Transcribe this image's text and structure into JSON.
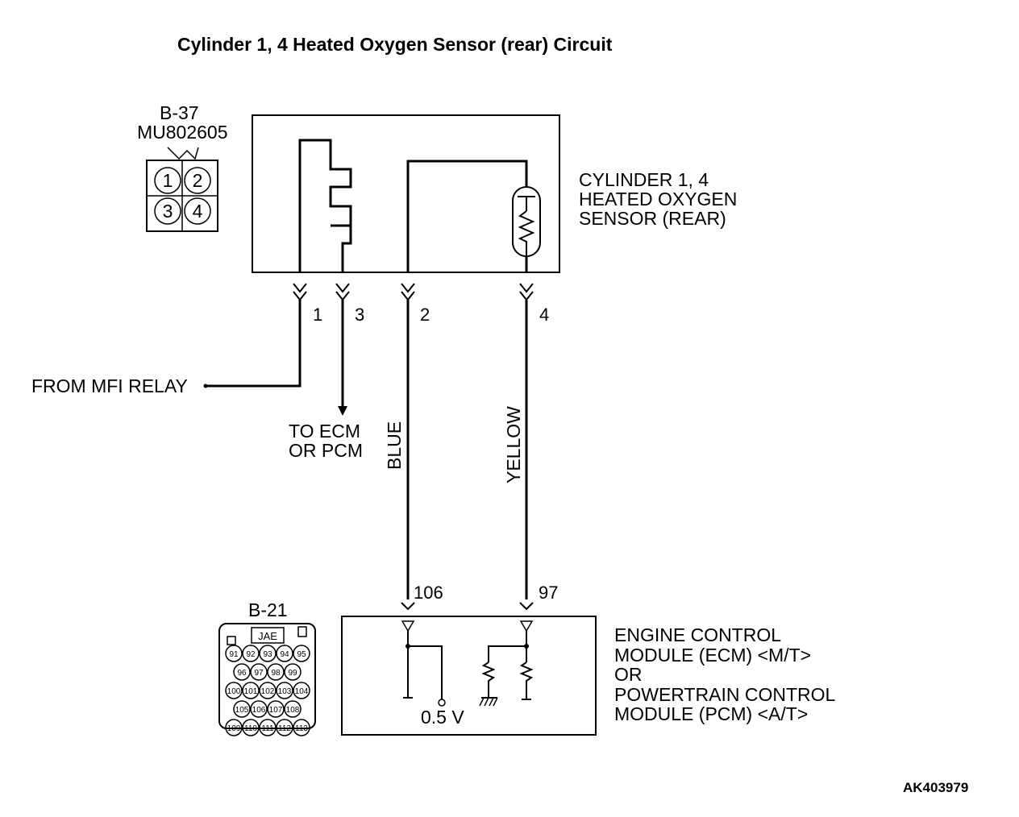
{
  "title": "Cylinder 1, 4 Heated Oxygen Sensor (rear) Circuit",
  "figure_id": "AK403979",
  "sensor_connector": {
    "id": "B-37",
    "part_number": "MU802605",
    "pins": [
      "1",
      "2",
      "3",
      "4"
    ]
  },
  "sensor_label": [
    "CYLINDER 1, 4",
    "HEATED OXYGEN",
    "SENSOR (REAR)"
  ],
  "sensor_pins": {
    "p1": "1",
    "p3": "3",
    "p2": "2",
    "p4": "4"
  },
  "from_label": "FROM MFI RELAY",
  "to_label": [
    "TO ECM",
    "OR PCM"
  ],
  "wire_colors": {
    "blue": "BLUE",
    "yellow": "YELLOW"
  },
  "ecm_pins": {
    "blue": "106",
    "yellow": "97"
  },
  "ecm_voltage": "0.5 V",
  "ecm_connector": {
    "id": "B-21",
    "maker": "JAE",
    "rows": [
      [
        "91",
        "92",
        "93",
        "94",
        "95"
      ],
      [
        "96",
        "97",
        "98",
        "99"
      ],
      [
        "100",
        "101",
        "102",
        "103",
        "104"
      ],
      [
        "105",
        "106",
        "107",
        "108"
      ],
      [
        "109",
        "110",
        "111",
        "112",
        "113"
      ]
    ]
  },
  "ecm_label": [
    "ENGINE CONTROL",
    "MODULE (ECM) <M/T>",
    "OR",
    "POWERTRAIN CONTROL",
    "MODULE (PCM) <A/T>"
  ]
}
